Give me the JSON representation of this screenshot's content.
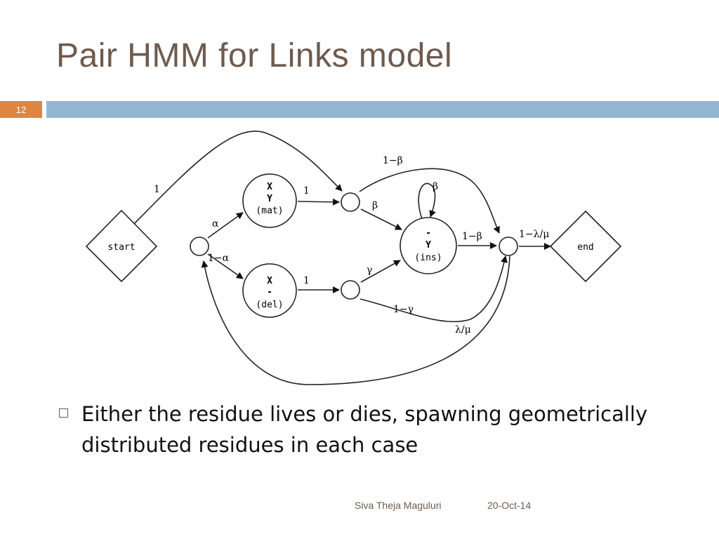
{
  "slide": {
    "title": "Pair HMM for Links model",
    "number": "12",
    "bullet": "Either the residue lives or dies, spawning geometrically distributed residues in each case",
    "footer_author": "Siva Theja Maguluri",
    "footer_date": "20-Oct-14"
  },
  "colors": {
    "title": "#6e5b4d",
    "number_box": "#de8544",
    "header_bar": "#94b6d3"
  },
  "diagram": {
    "states": {
      "start": "start",
      "end": "end",
      "mat": [
        "X",
        "Y",
        "(mat)"
      ],
      "del": [
        "X",
        "-",
        "(del)"
      ],
      "ins": [
        "-",
        "Y",
        "(ins)"
      ]
    },
    "edge_labels": {
      "start_to_mat_out": "1",
      "alpha": "α",
      "one_minus_alpha": "1−α",
      "mat_to_node": "1",
      "del_to_node": "1",
      "one_minus_beta_top": "1−β",
      "beta": "β",
      "beta_self": "β",
      "gamma": "γ",
      "one_minus_beta_ins": "1−β",
      "one_minus_lambda_mu": "1−λ/μ",
      "one_minus_gamma": "1−γ",
      "lambda_mu": "λ/μ"
    }
  }
}
